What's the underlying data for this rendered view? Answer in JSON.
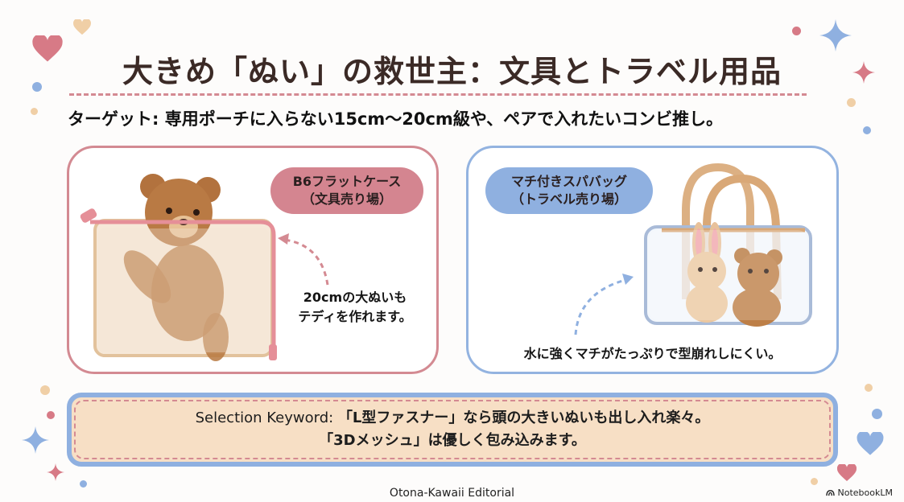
{
  "header": {
    "title": "大きめ「ぬい」の救世主：文具とトラベル用品",
    "subtitle": "ターゲット: 専用ポーチに入らない15cm〜20cm級や、ペアで入れたいコンビ推し。"
  },
  "panels": [
    {
      "badge_line1": "B6フラットケース",
      "badge_line2": "（文具売り場）",
      "caption_line1": "20cmの大ぬいも",
      "caption_line2": "テディを作れます。",
      "illustration": "teddy-bear-in-flat-mesh-case",
      "accent_color": "#d48590"
    },
    {
      "badge_line1": "マチ付きスパバッグ",
      "badge_line2": "（トラベル売り場）",
      "caption": "水に強くマチがたっぷりで型崩れしにくい。",
      "illustration": "bunny-and-bear-in-clear-spa-bag",
      "accent_color": "#8fb0e0"
    }
  ],
  "keyword": {
    "label": "Selection Keyword: ",
    "line1": "「L型ファスナー」なら頭の大きいぬいも出し入れ楽々。",
    "line2": "「3Dメッシュ」は優しく包み込みます。",
    "background": "#f7dfc5"
  },
  "footer": {
    "credit": "Otona-Kawaii Editorial",
    "brand": "NotebookLM"
  },
  "colors": {
    "pink": "#d48590",
    "blue": "#8fb0e0",
    "peach": "#f0cfa6",
    "title": "#3b2a26"
  }
}
